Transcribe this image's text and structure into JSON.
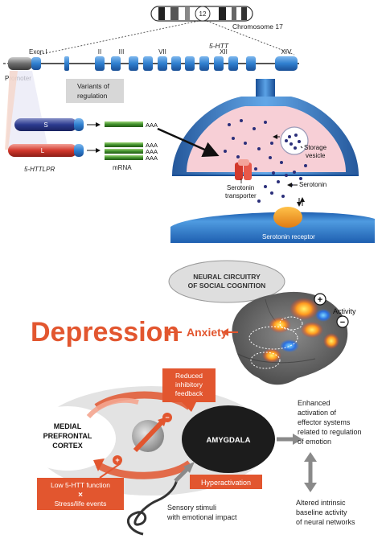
{
  "gene": {
    "chromosome_band": "12",
    "chromosome_label": "Chromosome 17",
    "gene_name": "5-HTT",
    "exon_first": "Exon I",
    "exon_labels": [
      "II",
      "III",
      "VII",
      "XII",
      "XIV"
    ],
    "promoter": "Promoter",
    "variants_box": [
      "Variants of",
      "regulation"
    ],
    "allele_s": "S",
    "allele_l": "L",
    "httlpr": "5-HTTLPR",
    "mrna": "mRNA",
    "aaa": "AAA"
  },
  "synapse": {
    "storage_vesicle": [
      "Storage",
      "vesicle"
    ],
    "serotonin": "Serotonin",
    "transporter": [
      "Serotonin",
      "transporter"
    ],
    "receptor": "Serotonin receptor"
  },
  "circuit": {
    "neural_box": [
      "NEURAL CIRCUITRY",
      "OF SOCIAL COGNITION"
    ],
    "activity": "Activity",
    "plus": "+",
    "minus": "−",
    "depression": "Depression",
    "anxiety": "Anxiety",
    "reduced_feedback": [
      "Reduced",
      "inhibitory",
      "feedback"
    ],
    "mpfc": [
      "MEDIAL",
      "PREFRONTAL",
      "CORTEX"
    ],
    "amygdala": "AMYGDALA",
    "hyperactivation": "Hyperactivation",
    "low_htt": "Low 5-HTT function",
    "times": "×",
    "stress": "Stress/life events",
    "enhanced": [
      "Enhanced",
      "activation of",
      "effector systems",
      "related to regulation",
      "of emotion"
    ],
    "altered": [
      "Altered intrinsic",
      "baseline activity",
      "of neural networks"
    ],
    "sensory": [
      "Sensory stimuli",
      "with emotional impact"
    ]
  },
  "colors": {
    "orange": "#e2562f",
    "blue": "#2f7fcf",
    "vesicle_pink": "#f7cfd6",
    "dark": "#1c1c1c"
  }
}
